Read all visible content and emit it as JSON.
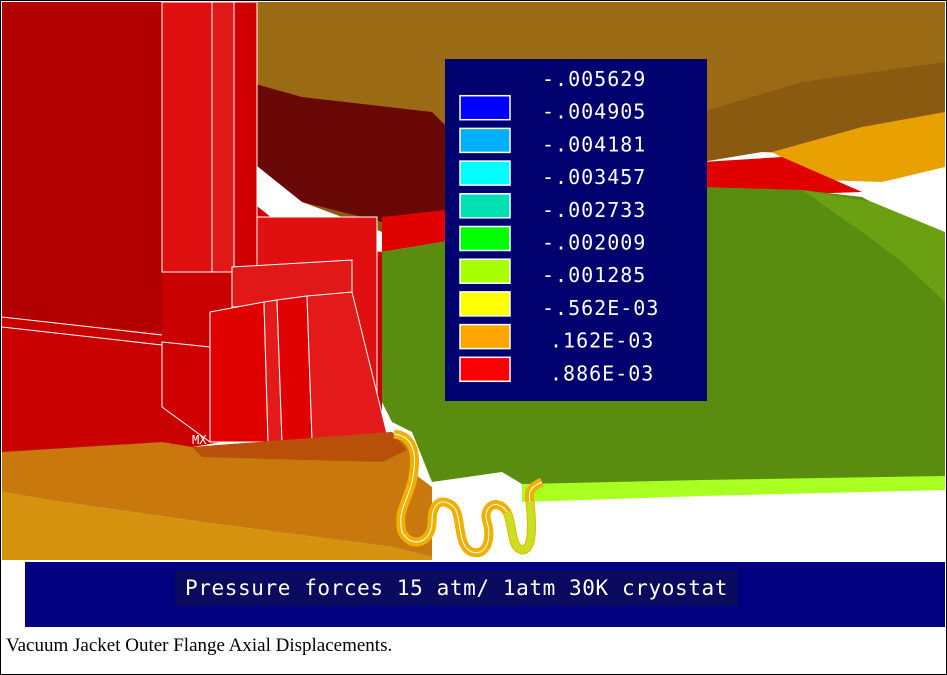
{
  "legend": {
    "entries": [
      {
        "value": "-.005629",
        "color": null
      },
      {
        "value": "-.004905",
        "color": "#0000ff"
      },
      {
        "value": "-.004181",
        "color": "#00b0ff"
      },
      {
        "value": "-.003457",
        "color": "#00ffff"
      },
      {
        "value": "-.002733",
        "color": "#00e0b0"
      },
      {
        "value": "-.002009",
        "color": "#00ff00"
      },
      {
        "value": "-.001285",
        "color": "#a8ff00"
      },
      {
        "value": "-.562E-03",
        "color": "#ffff00"
      },
      {
        "value": ".162E-03",
        "color": "#ffa500"
      },
      {
        "value": ".886E-03",
        "color": "#ff0000"
      }
    ],
    "background": "#00006e"
  },
  "model": {
    "marker_label": "MX"
  },
  "banner": {
    "text": "Pressure forces 15 atm/ 1atm 30K cryostat",
    "background": "#000080"
  },
  "caption": "Vacuum Jacket Outer Flange Axial Displacements."
}
